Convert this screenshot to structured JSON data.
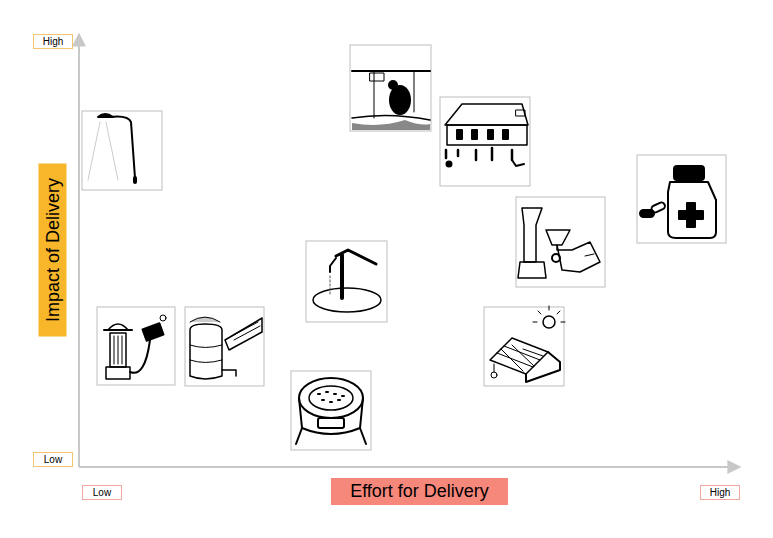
{
  "diagram": {
    "nodes": [
      {
        "text": [
          "High"
        ]
      },
      {
        "text": [
          "Impact of Delivery"
        ]
      },
      {
        "text": [
          "Low"
        ]
      },
      {
        "text": [
          "Low"
        ]
      },
      {
        "text": [
          "Effort for Delivery"
        ]
      },
      {
        "text": [
          "High"
        ]
      }
    ]
  }
}
